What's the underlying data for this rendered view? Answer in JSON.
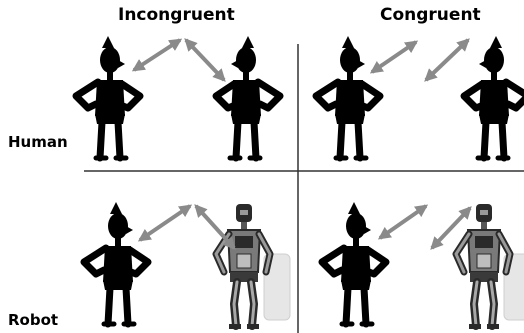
{
  "columns": {
    "incongruent": "Incongruent",
    "congruent": "Congruent"
  },
  "rows": {
    "human": "Human",
    "robot": "Robot"
  },
  "colors": {
    "silhouette": "#000000",
    "arrow": "#8a8a8a",
    "divider": "#333333",
    "robot_metal": "#9a9a9a",
    "robot_dark": "#2a2a2a",
    "panel": "#e6e6e6"
  },
  "panels": [
    {
      "column": "Incongruent",
      "row": "Human"
    },
    {
      "column": "Congruent",
      "row": "Human"
    },
    {
      "column": "Incongruent",
      "row": "Robot"
    },
    {
      "column": "Congruent",
      "row": "Robot"
    }
  ]
}
